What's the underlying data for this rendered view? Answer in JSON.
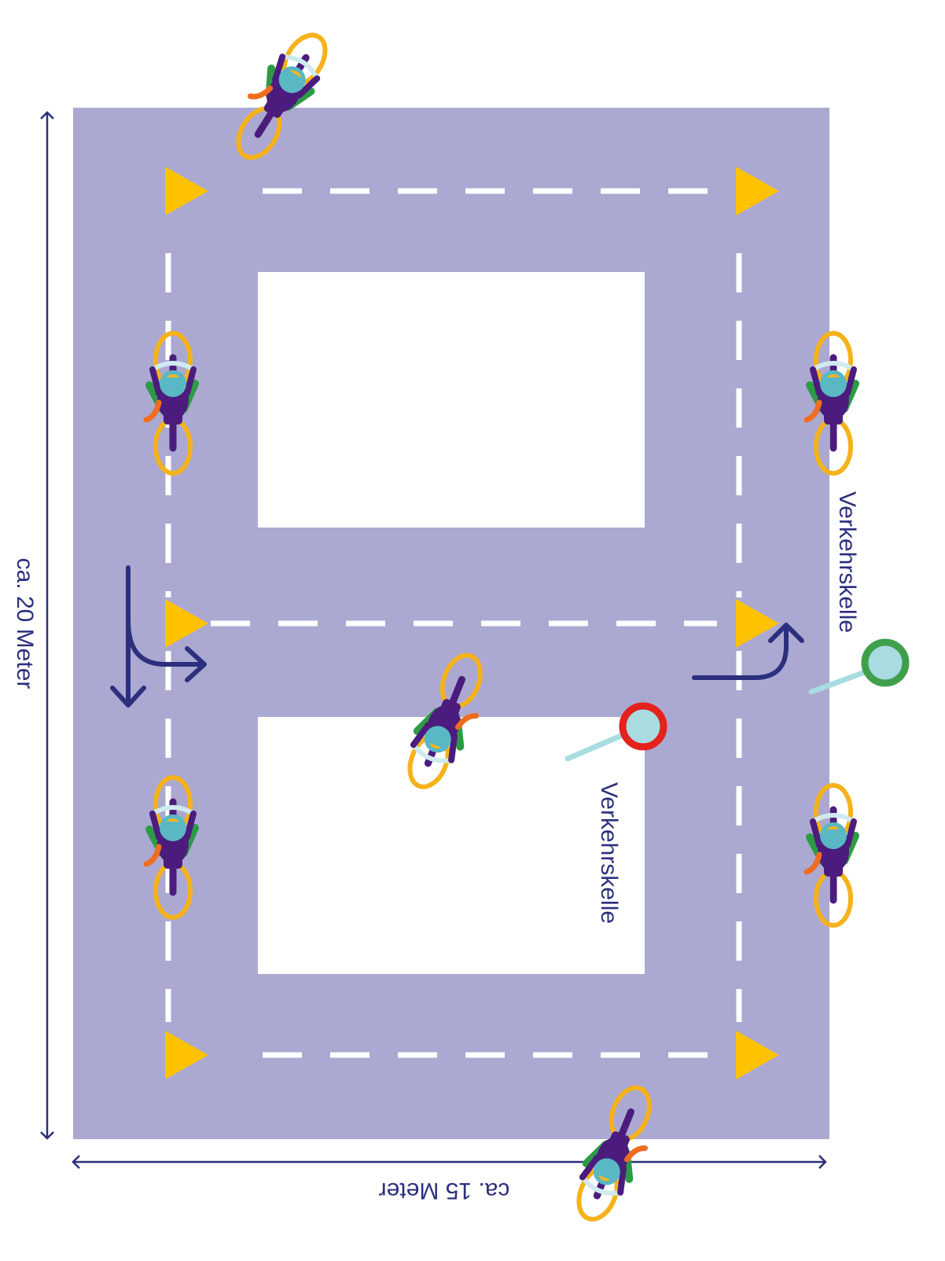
{
  "labels": {
    "height_dimension": "ca. 20 Meter",
    "width_dimension": "ca. 15 Meter",
    "paddle_green": "Verkehrskelle",
    "paddle_red": "Verkehrskelle"
  },
  "colors": {
    "course": "#aba9d2",
    "ink": "#2c2f7e",
    "dash": "#ffffff",
    "cone": "#fec200",
    "paddle_green": "#3fa04c",
    "paddle_red": "#e3221c",
    "paddle_face": "#a8dce0",
    "rider_purple": "#4b1c7d",
    "rider_green": "#2d9b45",
    "wheel": "#f5b21a",
    "helmet": "#5ab8c4",
    "skin": "#f7b61e",
    "hair": "#f06c1f"
  },
  "icons": [
    "cone-icon",
    "cyclist-icon",
    "traffic-paddle-icon",
    "turn-arrow-icon",
    "dimension-arrow-icon"
  ]
}
